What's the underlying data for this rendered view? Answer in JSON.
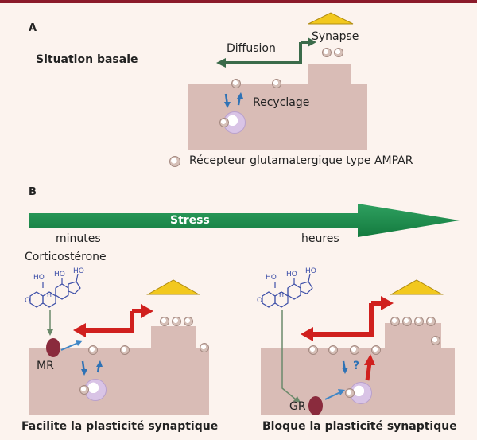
{
  "panel_a": {
    "letter": "A",
    "title": "Situation basale",
    "synapse_label": "Synapse",
    "diffusion_label": "Diffusion",
    "recycling_label": "Recyclage",
    "legend_label": "Récepteur glutamatergique type AMPAR"
  },
  "panel_b": {
    "letter": "B",
    "stress_label": "Stress",
    "minutes_label": "minutes",
    "hours_label": "heures",
    "corticosterone_label": "Corticostérone",
    "mr_label": "MR",
    "gr_label": "GR",
    "question_mark": "?",
    "left_caption": "Facilite la plasticité synaptique",
    "right_caption": "Bloque la plasticité synaptique"
  },
  "molecule_labels": {
    "ho_a": "HO",
    "ho_b": "HO",
    "ho_c": "HO",
    "o_a": "O",
    "o_b": "O",
    "h_a": "H",
    "h_b": "H"
  },
  "colors": {
    "accent_red": "#d0201e",
    "arrow_green": "#1e8a4c",
    "cell": "#d9bcb6",
    "synapse_triangle": "#f2c81e",
    "receptor_mr_gr": "#8a2b3d"
  }
}
